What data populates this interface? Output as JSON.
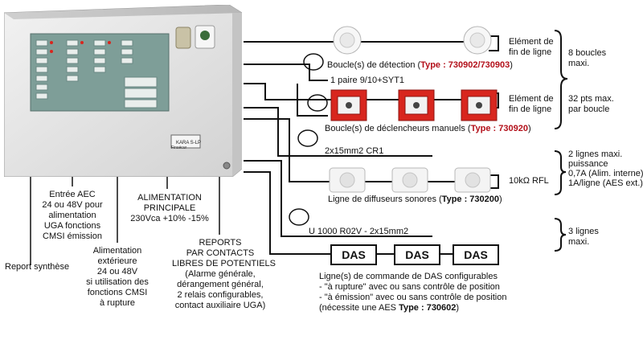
{
  "panel": {
    "model_label": "KARA S-LP",
    "brand": "Finsécur"
  },
  "loops_detection": {
    "label": "Boucle(s) de détection (",
    "type_label": "Type : 730902/730903",
    "close": ")"
  },
  "end_of_line_1": {
    "line1": "Elément de",
    "line2": "fin de ligne"
  },
  "end_of_line_2": {
    "line1": "Elément de",
    "line2": "fin de ligne"
  },
  "loops_info": {
    "line1": "8 boucles",
    "line2": "maxi."
  },
  "cable_pair": "1 paire 9/10+SYT1",
  "manual": {
    "label": "Boucle(s) de déclencheurs manuels (",
    "type_label": "Type : 730920",
    "close": ")"
  },
  "manual_info": {
    "line1": "32 pts max.",
    "line2": "par boucle"
  },
  "cable_cr1": "2x15mm2 CR1",
  "sounders": {
    "label": "Ligne de diffuseurs sonores (",
    "type_label": "Type : 730200",
    "close": ")",
    "rfl": "10kΩ RFL",
    "info": [
      "2 lignes maxi.",
      "puissance",
      "0,7A (Alim. interne)",
      "1A/ligne (AES ext.)"
    ]
  },
  "cable_u1000": "U 1000 R02V - 2x15mm2",
  "das": {
    "boxes": [
      "DAS",
      "DAS",
      "DAS"
    ],
    "info": [
      "3 lignes",
      "maxi."
    ],
    "desc": [
      "Ligne(s) de commande de DAS configurables",
      "- \"à rupture\" avec ou sans contrôle de position",
      "- \"à émission\" avec ou sans contrôle de position"
    ],
    "desc_last": "(nécessite une AES ",
    "desc_type": "Type : 730602",
    "desc_close": ")"
  },
  "bottom": {
    "report": "Report synthèse",
    "aec": [
      "Entrée AEC",
      "24 ou 48V pour",
      "alimentation",
      "UGA fonctions",
      "CMSI émission"
    ],
    "ext": [
      "Alimentation",
      "extérieure",
      "24 ou 48V",
      "si utilisation des",
      "fonctions CMSI",
      "à rupture"
    ],
    "alim": [
      "ALIMENTATION",
      "PRINCIPALE",
      "230Vca +10% -15%"
    ],
    "reports": [
      "REPORTS",
      "PAR CONTACTS",
      "LIBRES DE POTENTIELS",
      "(Alarme générale,",
      "dérangement général,",
      "2 relais configurables,",
      "contact auxiliaire UGA)"
    ]
  },
  "colors": {
    "panel_body": "#e6e6e6",
    "display": "#7e9e98",
    "alarm_red": "#d8261e",
    "wire": "#111111"
  }
}
